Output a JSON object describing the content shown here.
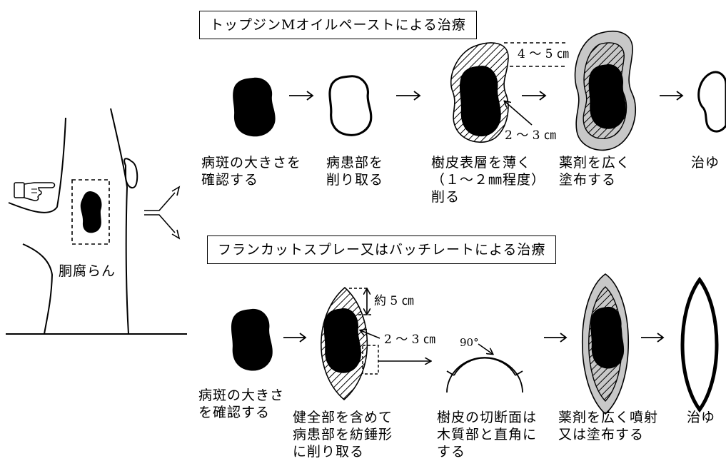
{
  "tree": {
    "label": "胴腐らん"
  },
  "panel_top": {
    "title": "トップジンMオイルペーストによる治療",
    "steps": [
      "病斑の大きさを\n確認する",
      "病患部を\n削り取る",
      "樹皮表層を薄く\n（１～２㎜程度）\n削る",
      "薬剤を広く\n塗布する",
      "治ゆ"
    ],
    "annotations": {
      "width": "4 ～ 5 ㎝",
      "margin": "2 ～ 3 ㎝"
    },
    "arrow": "→"
  },
  "panel_bottom": {
    "title": "フランカットスプレー又はバッチレートによる治療",
    "steps": [
      "病斑の大きさ\nを確認する",
      "健全部を含めて\n病患部を紡錘形\nに削り取る",
      "樹皮の切断面は\n木質部と直角に\nする",
      "薬剤を広く噴射\n又は塗布する",
      "治ゆ"
    ],
    "annotations": {
      "width": "約 5 ㎝",
      "margin": "2 ～ 3 ㎝",
      "angle": "90°"
    },
    "arrow": "→"
  },
  "colors": {
    "ink": "#000000",
    "fill_gray": "#c8c8c8",
    "background": "#ffffff"
  },
  "icons": [
    "pointing-hand-icon",
    "branching-arrow-icon",
    "right-arrow-icon"
  ]
}
